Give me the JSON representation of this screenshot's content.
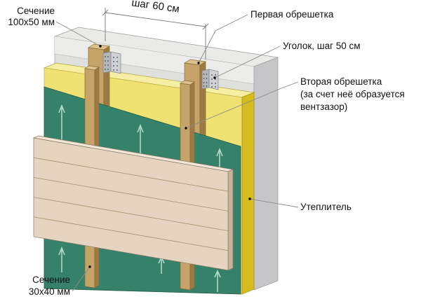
{
  "diagram": {
    "labels": {
      "section_100x50_line1": "Сечение",
      "section_100x50_line2": "100х50 мм",
      "step_60": "шаг 60 см",
      "first_battens": "Первая обрешетка",
      "bracket": "Уголок, шаг 50 см",
      "second_battens_line1": "Вторая обрешетка",
      "second_battens_line2": "(за счет неё образуется",
      "second_battens_line3": "вентзазор)",
      "insulation": "Утеплитель",
      "section_30x40_line1": "Сечение",
      "section_30x40_line2": "30х40 мм"
    },
    "colors": {
      "wall-top": "#EAEAE8",
      "wall-front": "#DFDFDD",
      "wall-band": "#ECECEA",
      "wall-side": "#C6C6C8",
      "ins-top": "#F6EFA3",
      "ins-front": "#EFE272",
      "ins-side": "#D5BB1F",
      "membrane": "#35816A",
      "membrane-edge": "#275F4D",
      "batten-front": "#C6A369",
      "batten-side": "#9B7A43",
      "batten-top": "#DBC28F",
      "bracket-left": "#B4B6BC",
      "bracket-right": "#CFD1D5",
      "bracket-hole": "#60656E",
      "plank-front": "#E6D4C0",
      "plank-top": "#F1E6D8",
      "plank-side": "#C8B197",
      "plank-line": "#A8906F",
      "arrow": "#BCE2D0",
      "leader": "#8C8C8C",
      "dim": "#777777",
      "text": "#111111"
    }
  }
}
